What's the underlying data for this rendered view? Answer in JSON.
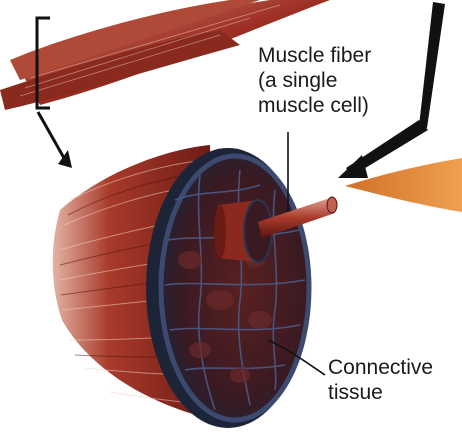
{
  "labels": {
    "muscle_fiber": [
      "Muscle fiber",
      "(a single",
      "muscle cell)"
    ],
    "connective_tissue": [
      "Connective",
      "tissue"
    ]
  },
  "colors": {
    "muscle_dark": "#6b1a14",
    "muscle_mid": "#9c2e22",
    "muscle_light": "#c0604e",
    "sheath_blue": "#2a3550",
    "sheath_edge": "#3d4a70",
    "fiber_orange": "#e08a3a",
    "line": "#111111"
  }
}
